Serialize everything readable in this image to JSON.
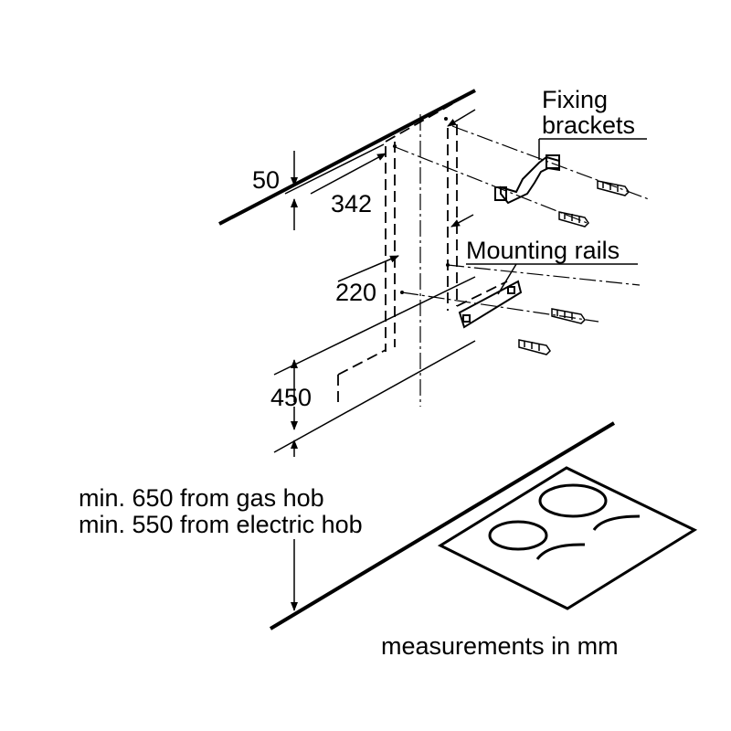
{
  "labels": {
    "fixing_brackets_line1": "Fixing",
    "fixing_brackets_line2": "brackets",
    "mounting_rails": "Mounting rails",
    "dim_50": "50",
    "dim_342": "342",
    "dim_220": "220",
    "dim_450": "450",
    "hob_gas": "min. 650 from gas hob",
    "hob_electric": "min. 550 from electric hob",
    "units": "measurements in mm"
  },
  "colors": {
    "line": "#000000",
    "background": "#ffffff"
  }
}
